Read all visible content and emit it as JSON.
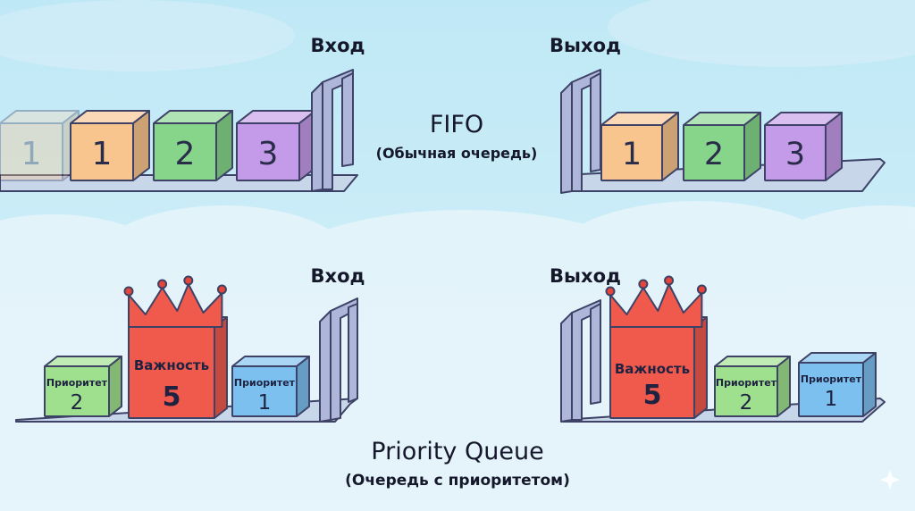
{
  "fifo": {
    "title": "FIFO",
    "subtitle": "(Обычная очередь)",
    "entry_label": "Вход",
    "exit_label": "Выход",
    "input_boxes": [
      {
        "label": "1",
        "color": "#f9c58f",
        "faded": true
      },
      {
        "label": "1",
        "color": "#f9c58f",
        "faded": false
      },
      {
        "label": "2",
        "color": "#86d58b",
        "faded": false
      },
      {
        "label": "3",
        "color": "#c49be8",
        "faded": false
      }
    ],
    "output_boxes": [
      {
        "label": "1",
        "color": "#f9c58f"
      },
      {
        "label": "2",
        "color": "#86d58b"
      },
      {
        "label": "3",
        "color": "#c49be8"
      }
    ]
  },
  "priority_queue": {
    "title": "Priority Queue",
    "subtitle": "(Очередь с приоритетом)",
    "entry_label": "Вход",
    "exit_label": "Выход",
    "input_boxes": [
      {
        "caption": "Приоритет",
        "value": "2",
        "color": "#9ee08d",
        "crown": false
      },
      {
        "caption": "Важность",
        "value": "5",
        "color": "#ef5a4d",
        "crown": true
      },
      {
        "caption": "Приоритет",
        "value": "1",
        "color": "#7cc0f0",
        "crown": false
      }
    ],
    "output_boxes": [
      {
        "caption": "Важность",
        "value": "5",
        "color": "#ef5a4d",
        "crown": true
      },
      {
        "caption": "Приоритет",
        "value": "2",
        "color": "#9ee08d",
        "crown": false
      },
      {
        "caption": "Приоритет",
        "value": "1",
        "color": "#7cc0f0",
        "crown": false
      }
    ]
  },
  "colors": {
    "outline": "#3d4266",
    "gate": "#aeb7da",
    "sky_top": "#bde7f5",
    "cloud": "#e6f4fa"
  }
}
